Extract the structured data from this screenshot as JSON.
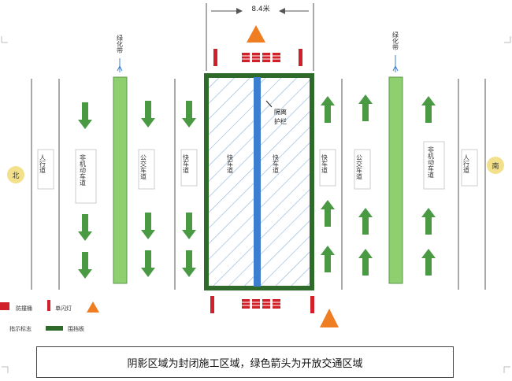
{
  "dimension": {
    "text": "8.4米"
  },
  "directions": {
    "north": "北",
    "south": "南"
  },
  "labels": {
    "green_belt": "绿化带",
    "sidewalk": "人行道",
    "non_motor_lane": "非机动车道",
    "bus_lane": "公交车道",
    "fast_lane": "快车道",
    "median_guardrail": "隔离护栏"
  },
  "legend": {
    "anti_collision": "防撞桶",
    "flash_light": "单闪灯",
    "warning_sign": "指示标志",
    "fence": "围挡板"
  },
  "caption": "阴影区域为封闭施工区域，绿色箭头为开放交通区域",
  "colors": {
    "green": "#4a9a44",
    "green_dark": "#2e6b2a",
    "green_belt": "#8fcf70",
    "red": "#d0202a",
    "orange": "#ef7d22",
    "blue": "#3c7fd0",
    "hatch": "#88b2d8",
    "compass": "#f3e08a"
  }
}
